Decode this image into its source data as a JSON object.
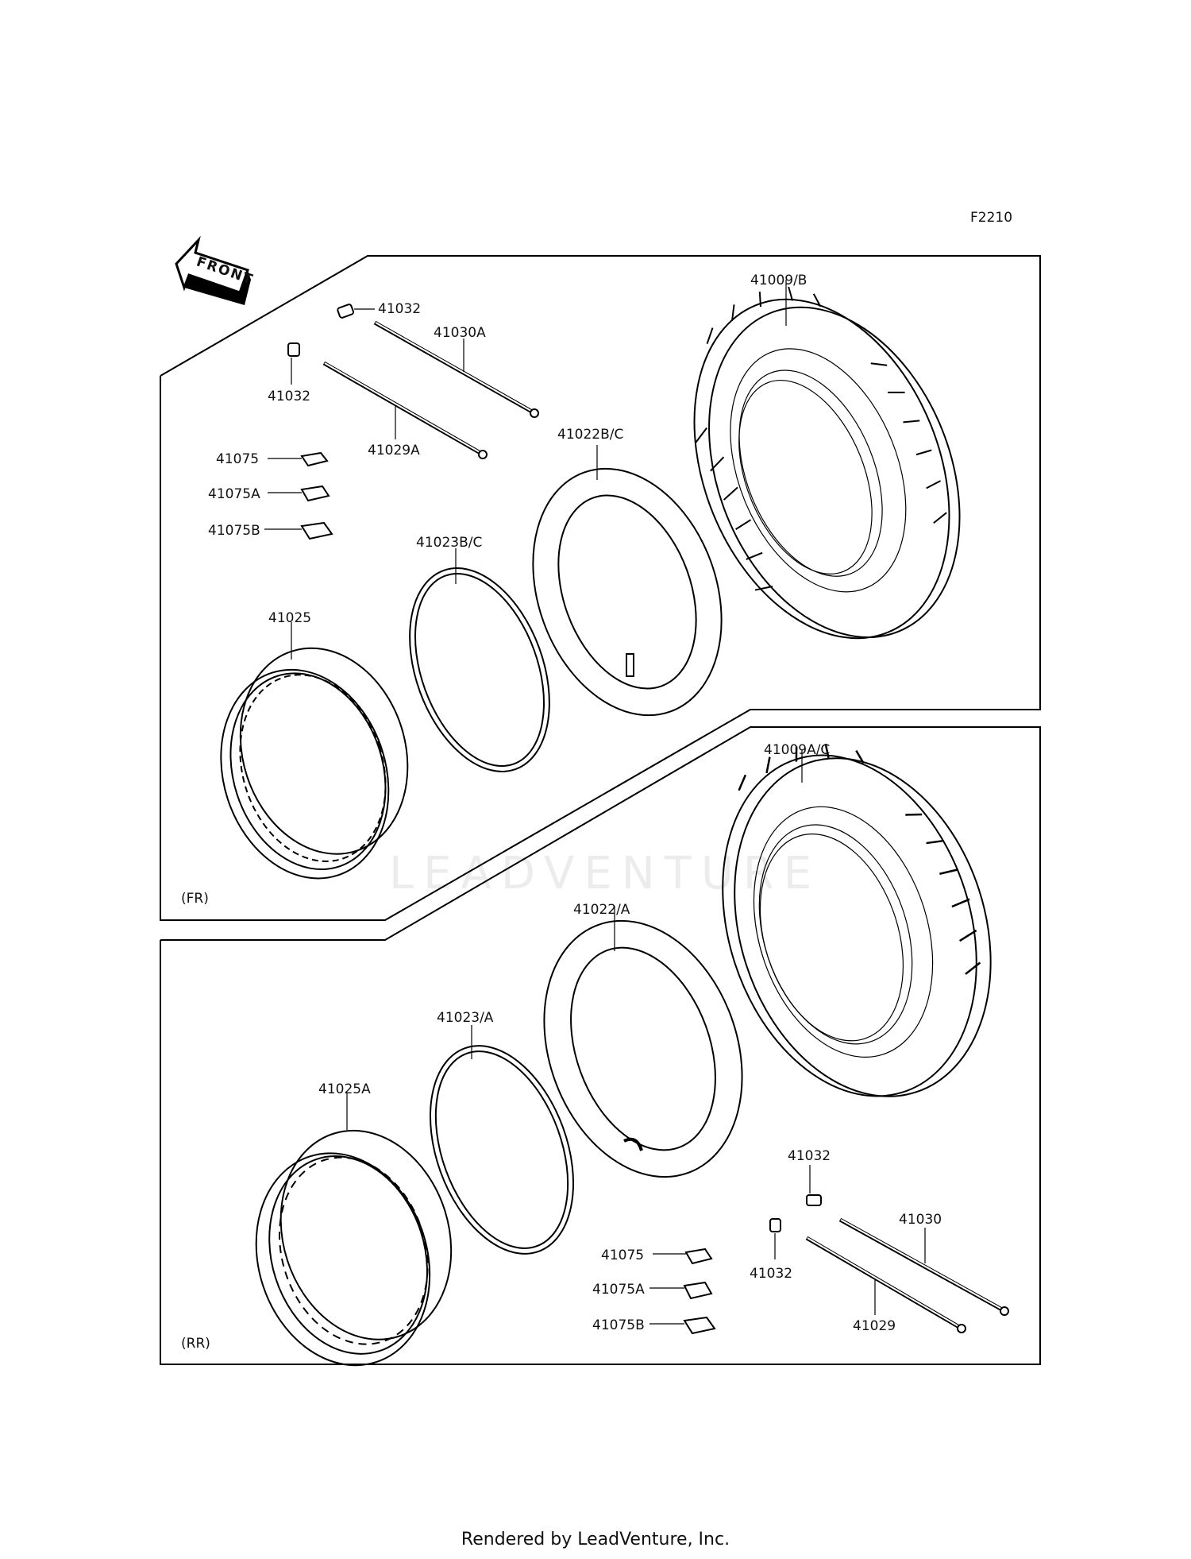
{
  "diagram_code": "F2210",
  "front_arrow_label": "FRONT",
  "watermark": "LEADVENTURE",
  "footer": "Rendered by LeadVenture, Inc.",
  "panels": {
    "front": {
      "label": "(FR)",
      "callouts": {
        "bolt_top": "41032",
        "bolt_left": "41032",
        "spoke_a": "41030A",
        "spoke_b": "41029A",
        "tire": "41009/B",
        "tube": "41022B/C",
        "rim_band": "41023B/C",
        "rim": "41025",
        "weight_1": "41075",
        "weight_2": "41075A",
        "weight_3": "41075B"
      }
    },
    "rear": {
      "label": "(RR)",
      "callouts": {
        "tire": "41009A/C",
        "tube": "41022/A",
        "rim_band": "41023/A",
        "rim": "41025A",
        "weight_1": "41075",
        "weight_2": "41075A",
        "weight_3": "41075B",
        "bolt_top": "41032",
        "bolt_left": "41032",
        "spoke_a": "41030",
        "spoke_b": "41029"
      }
    }
  }
}
